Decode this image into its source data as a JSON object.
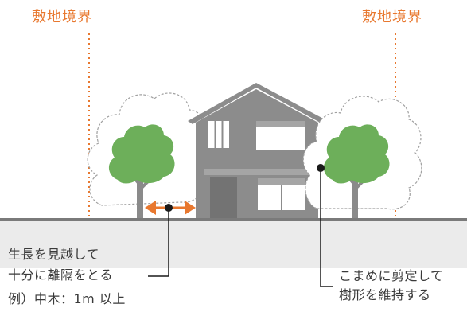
{
  "diagram": {
    "boundary_left": "敷地境界",
    "boundary_right": "敷地境界",
    "left_note_line1": "生長を見越して",
    "left_note_line2": "十分に離隔をとる",
    "example": "例）中木：1m 以上",
    "right_note_line1": "こまめに剪定して",
    "right_note_line2": "樹形を維持する"
  },
  "colors": {
    "boundary": "#e8782f",
    "tree_green": "#6daf5a",
    "tree_outline": "#9a9a9a",
    "house_gray": "#8c8c8c",
    "ground": "#e6e6e6"
  },
  "icons": [
    "arrow-left-right-icon",
    "leader-dot-icon",
    "house-icon",
    "tree-icon"
  ]
}
